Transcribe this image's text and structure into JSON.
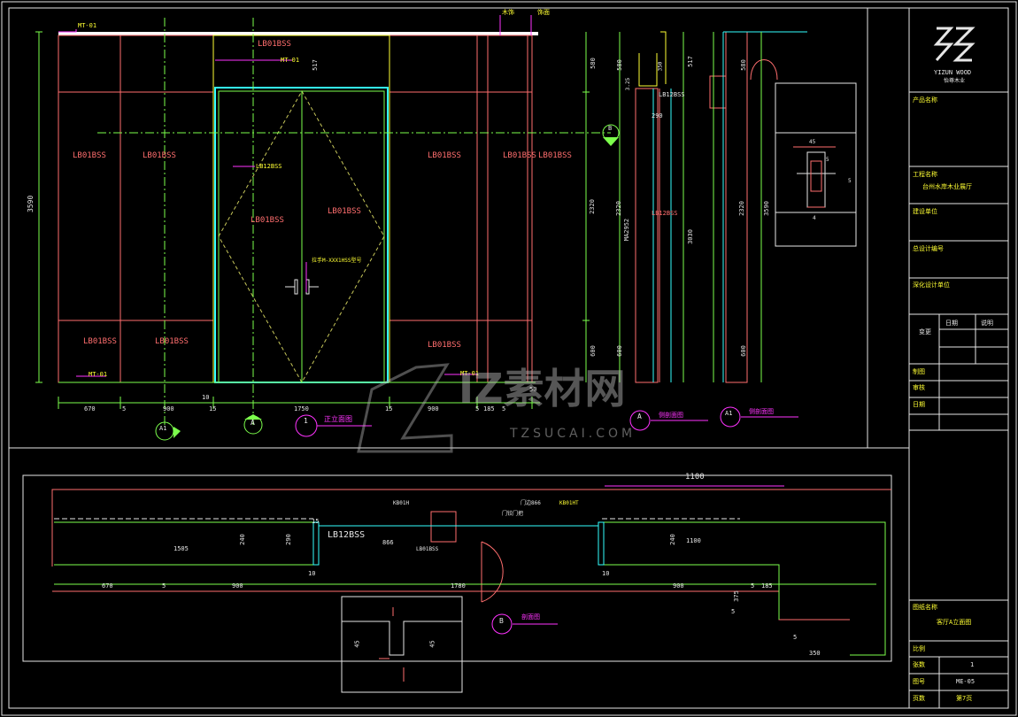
{
  "colors": {
    "bg": "#000000",
    "frame": "#e6e6e6",
    "red": "#ff6e6e",
    "yellow": "#ffff33",
    "green": "#7cff4c",
    "cyan": "#33ffff",
    "magenta": "#ff33ff",
    "white": "#ffffff",
    "pink": "#ff7fa0",
    "olive": "#c8c85a"
  },
  "elevation": {
    "height_total": "3590",
    "panel_label": "LB01BSS",
    "door_label": "LB12BSS",
    "mt_label": "MT-01",
    "top_mt_label": "MT-01",
    "handle_note": "拉手M-XXX1HSS型号",
    "right_dims": [
      "580",
      "2320",
      "600"
    ],
    "top_dim": "517",
    "bottom_dims": [
      "670",
      "5",
      "900",
      "15",
      "1750",
      "15",
      "900",
      "5",
      "185",
      "5",
      "50"
    ],
    "total_bottom": "10",
    "callouts": [
      {
        "letter": "A1",
        "sub": "-"
      },
      {
        "letter": "A",
        "sub": "-"
      },
      {
        "letter": "1",
        "sub": "-",
        "text": "正立面图"
      }
    ]
  },
  "side_sections": {
    "dims_left": [
      "580",
      "2320",
      "600"
    ],
    "dims_right": [
      "517",
      "3030"
    ],
    "label_width": "290",
    "label_door": "LB12BSS",
    "label_frame": "MA2952",
    "notes": [
      "木饰",
      "饰面"
    ],
    "small_dims": [
      "3.25",
      "350"
    ],
    "callout_a_text": "侧剖面图",
    "callout_a1_text": "侧剖面图",
    "callout_b": "B"
  },
  "detail": {
    "dims": [
      "2320",
      "580",
      "600",
      "3590"
    ],
    "width_dim": "45",
    "small": [
      "5",
      "5",
      "4"
    ]
  },
  "plan": {
    "top_dim": "1100",
    "labels": [
      "LB12BSS",
      "KB01H",
      "LB01BSS",
      "门边866",
      "KB01HT",
      "门铰门把"
    ],
    "dims": [
      "1505",
      "240",
      "290",
      "866",
      "240",
      "1100",
      "670",
      "5",
      "900",
      "10",
      "1780",
      "10",
      "900",
      "5",
      "185",
      "375",
      "5",
      "5",
      "350",
      "45",
      "45",
      "15"
    ],
    "callout_b": "B",
    "callout_b_text": "剖面图"
  },
  "title_block": {
    "logo_text": "YIZUN WOOD",
    "logo_sub": "怡尊木业",
    "rows": [
      {
        "key": "product",
        "label": "产品名称"
      },
      {
        "key": "project",
        "label": "工程名称",
        "value": "台州水岸木业展厅"
      },
      {
        "key": "builder",
        "label": "建设单位"
      },
      {
        "key": "design_no",
        "label": "总设计编号"
      },
      {
        "key": "design_unit",
        "label": "深化设计单位"
      }
    ],
    "grid_headers": [
      "变更",
      "日期",
      "说明"
    ],
    "sign_rows": [
      "制图",
      "审核",
      "日期"
    ],
    "drawing_name_label": "图纸名称",
    "drawing_name": "客厅A立面图",
    "note_label": "比例",
    "scale_label": "张数",
    "scale_value": "1",
    "no_label": "图号",
    "no_value": "ME-05",
    "page_label": "页数",
    "page_value": "第7页"
  },
  "watermark": {
    "brand": "IZ素材网",
    "url": "TZSUCAI.COM"
  }
}
